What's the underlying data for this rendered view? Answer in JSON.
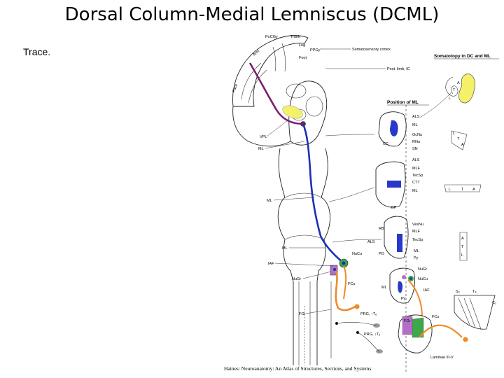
{
  "slide": {
    "title": "Dorsal Column-Medial Lemniscus (DCML)",
    "body_text": "Trace."
  },
  "figure": {
    "cortex_labels": {
      "pocgy": "PoCGy",
      "trunk": "Trunk",
      "leg": "Leg",
      "ppgy": "PPGy",
      "arm": "Arm",
      "foot": "Foot",
      "face": "Face",
      "somatosensory_cortex": "Somatosensory cortex",
      "post_limb_ic": "Post. limb, IC"
    },
    "left_labels": {
      "vpl": "VPL",
      "ml_upper": "ML",
      "ml_mid": "ML",
      "ml_lower": "ML",
      "iaf": "IAF",
      "nugr": "NuGr",
      "fgr": "FGr",
      "nucu": "NuCu",
      "fcu": "FCu",
      "prg_t6": "PRG, ↑T₆",
      "prg_t6_lower": "PRG, ↓T₆"
    },
    "somatotopy": {
      "title": "Somatotopy in DC and ML",
      "letters": [
        "A",
        "T",
        "L"
      ]
    },
    "position_ml": {
      "title": "Position of ML",
      "midbrain": [
        "ALS",
        "ML",
        "OcNu",
        "RNu",
        "SN"
      ],
      "midbrain_cc": "CC",
      "pons": [
        "ALS",
        "MLF",
        "TecSp",
        "CTT",
        "ML"
      ],
      "pons_bp": "BP",
      "medulla": [
        "VesNu",
        "MLF",
        "TecSp",
        "ML",
        "Py"
      ],
      "medulla_left": [
        "RB",
        "ALS",
        "PO"
      ],
      "caudal_medulla": [
        "NuGr",
        "NuCu",
        "IAF"
      ],
      "caudal_left": "ML",
      "caudal_py": "Py",
      "spinal": [
        "FCu",
        "Laminae III-V"
      ],
      "spinal_fgr": "FGr",
      "letters_midbrain": [
        "L",
        "T",
        "A"
      ],
      "letters_pons": [
        "L",
        "T",
        "A"
      ],
      "letters_medulla": [
        "A",
        "T",
        "L"
      ],
      "dermatome_labels": [
        "S₂",
        "T₄",
        "C₂"
      ]
    },
    "caption": "Haines: Neuroanatomy: An Atlas of Structures, Sections, and Systems",
    "colors": {
      "purple_path": "#7a1f6e",
      "blue_path": "#1d2fb8",
      "orange_path": "#f08a28",
      "yellow_highlight": "#f4f06a",
      "violet_nugr": "#b46ec8",
      "green_nucu": "#3ca84a",
      "blue_ml": "#2838c8"
    }
  }
}
